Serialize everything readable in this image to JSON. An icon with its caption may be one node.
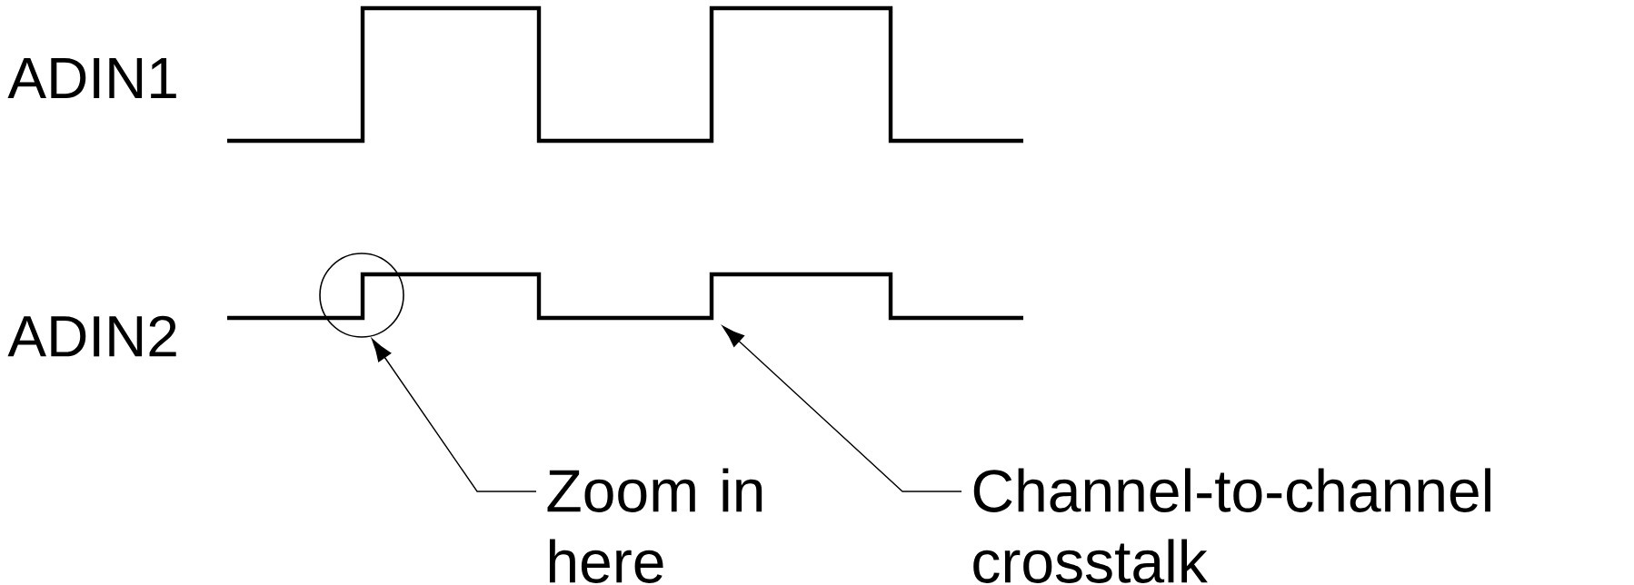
{
  "diagram": {
    "nodes": [
      {
        "text": [],
        "shape": "circle"
      },
      {
        "text": [
          "Zoom in here"
        ]
      },
      {
        "text": [
          "Channel-to-channel crosstalk"
        ]
      },
      {
        "text": [],
        "shape": "line",
        "beside": [
          "ADIN1"
        ]
      },
      {
        "text": [],
        "shape": "line",
        "beside": [
          "ADIN2"
        ]
      }
    ],
    "edges": [
      {
        "from": 1,
        "to": 0,
        "arrow": "to"
      },
      {
        "from": 2,
        "to": 4,
        "arrow": "to"
      }
    ]
  }
}
